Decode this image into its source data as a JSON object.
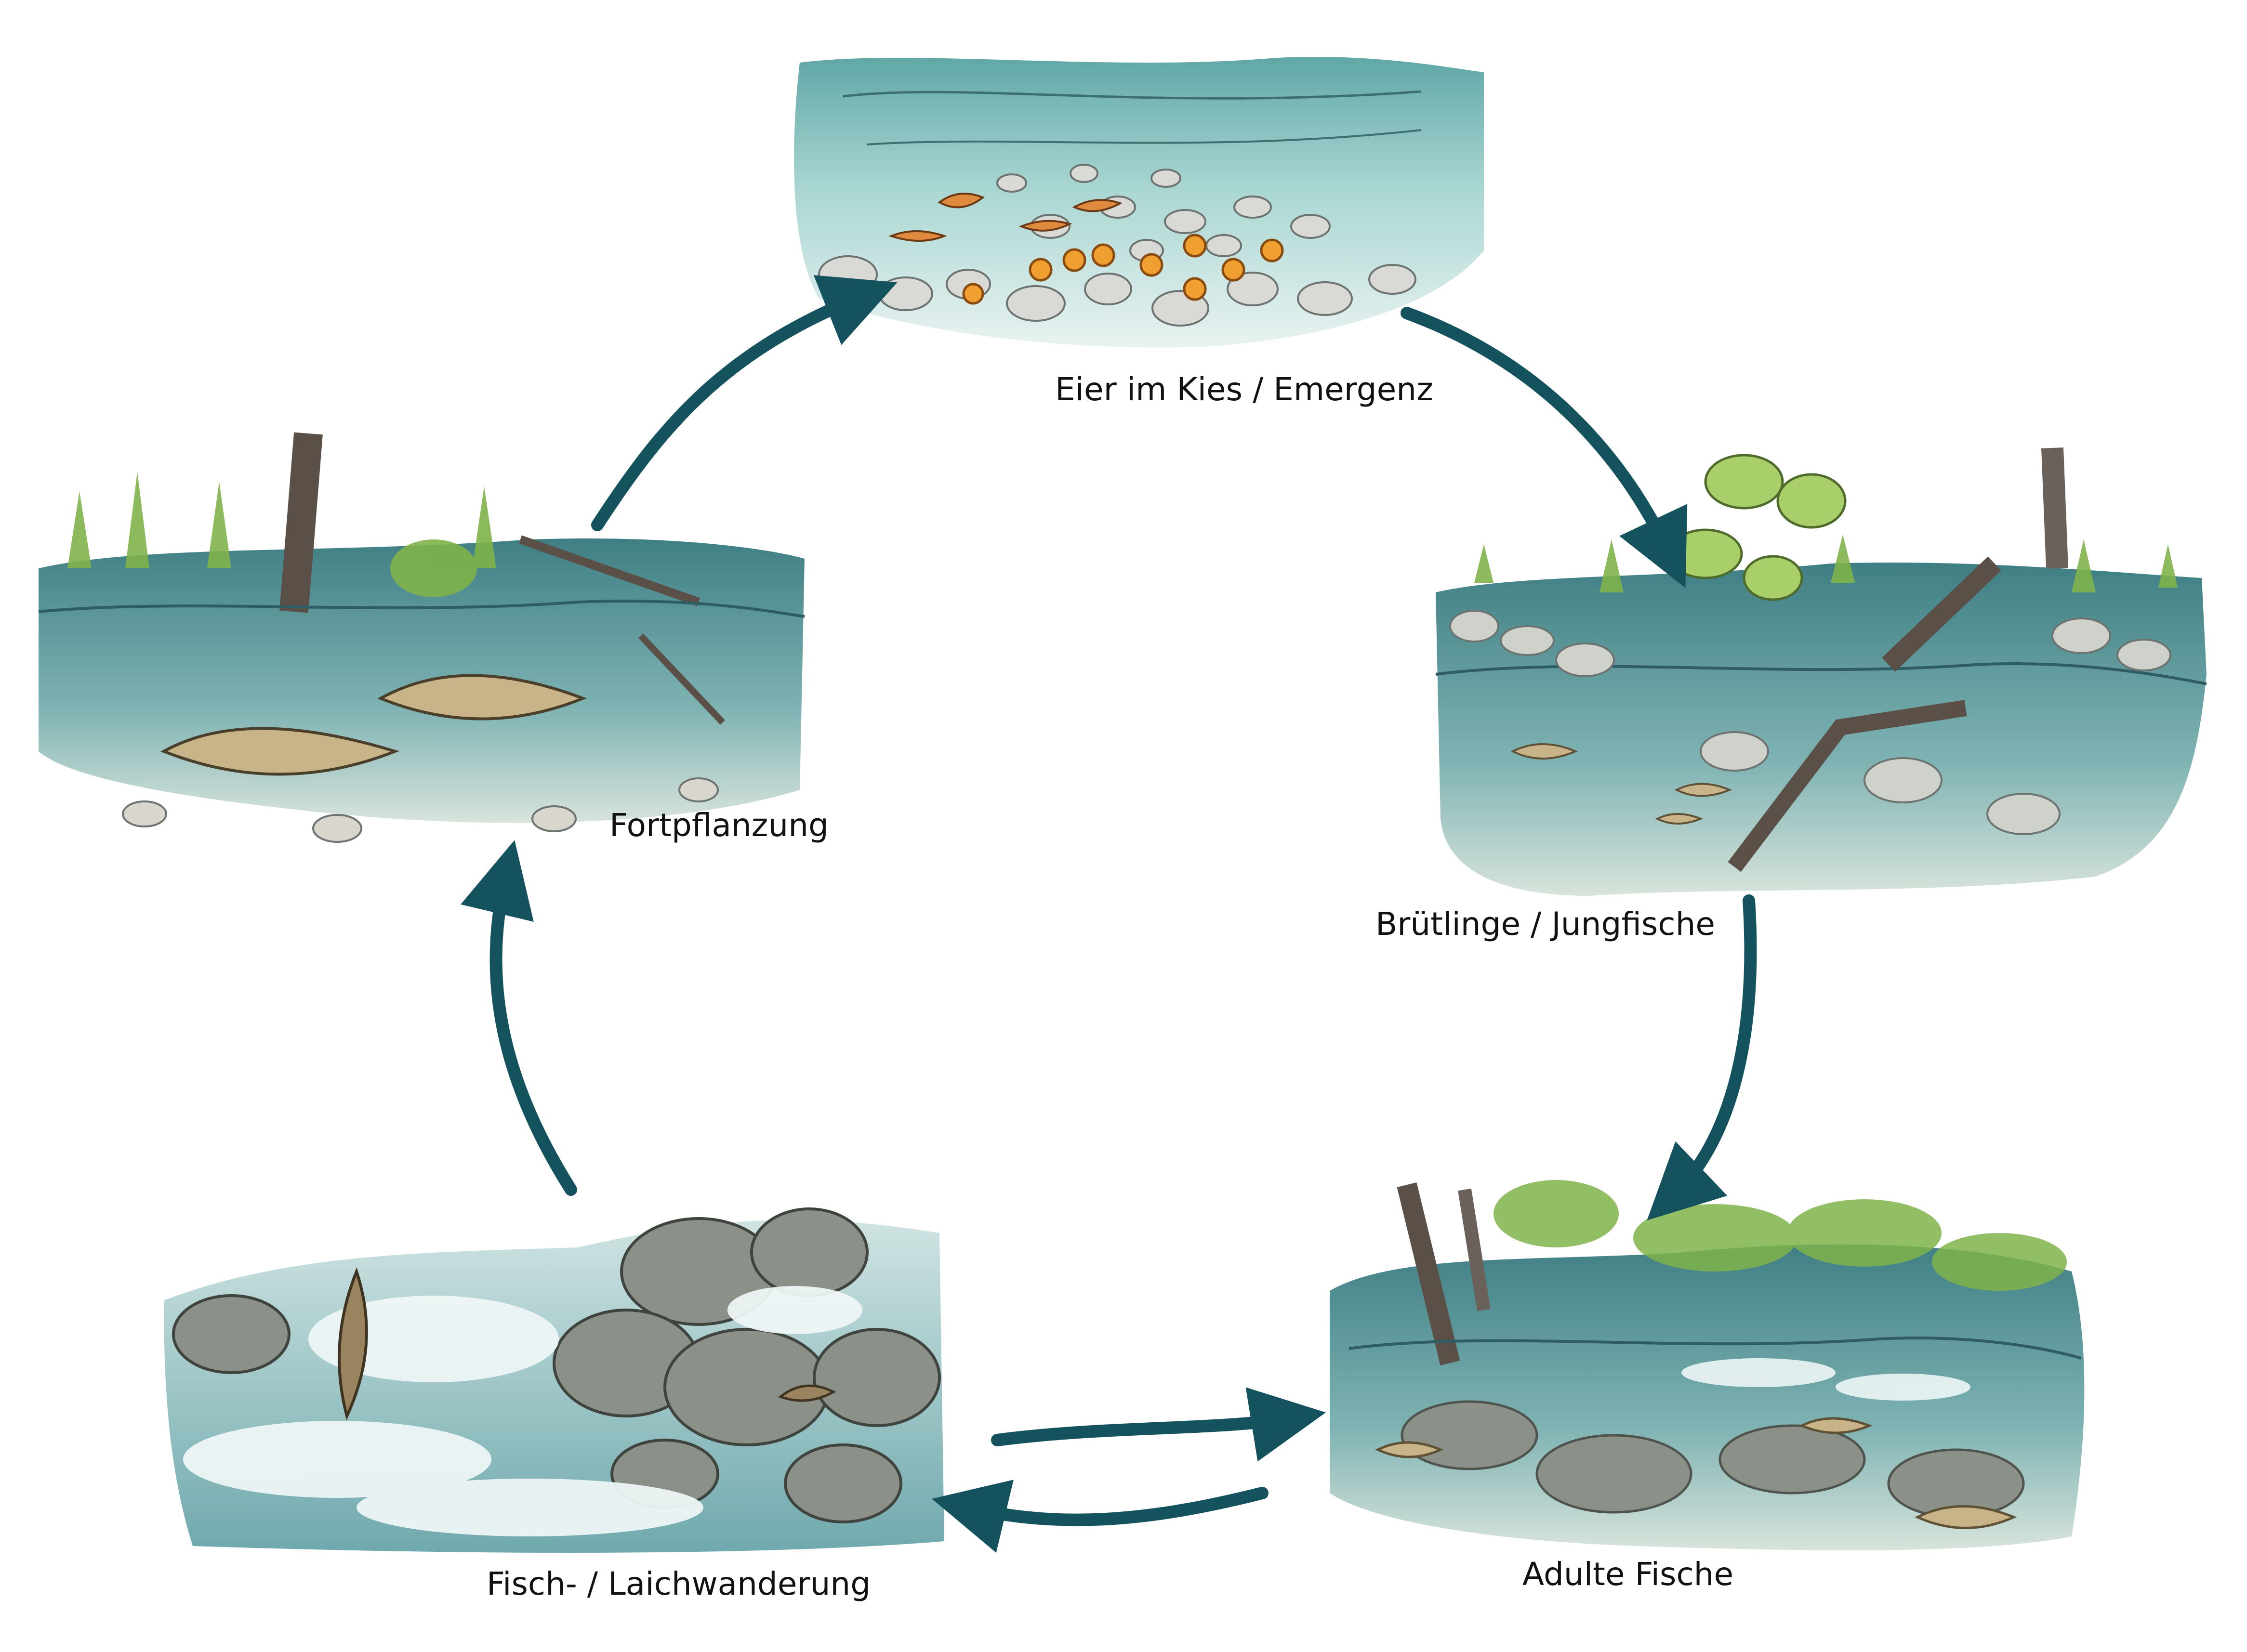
{
  "colors": {
    "arrow": "#14525d",
    "water_light": "#a9d3d3",
    "water_mid": "#6fa9ad",
    "water_dark": "#3f7a80",
    "gravel": "#d9dad6",
    "egg": "#f0a030",
    "grass": "#7fb34a",
    "trunk": "#5b5048",
    "trout": "#c9b48a",
    "rock": "#8b9089",
    "foam": "#eef6f6",
    "leaf": "#a9cf6a"
  },
  "stages": {
    "eggs": {
      "label": "Eier im Kies / Emergenz",
      "icon": "eggs-in-gravel-illustration"
    },
    "fry": {
      "label": "Brütlinge / Jungfische",
      "icon": "juvenile-fish-stream-illustration"
    },
    "adult": {
      "label": "Adulte Fische",
      "icon": "adult-trout-stream-illustration"
    },
    "migration": {
      "label": "Fisch- / Laichwanderung",
      "icon": "trout-jumping-rapids-illustration"
    },
    "reproduction": {
      "label": "Fortpflanzung",
      "icon": "spawning-trout-illustration"
    }
  }
}
